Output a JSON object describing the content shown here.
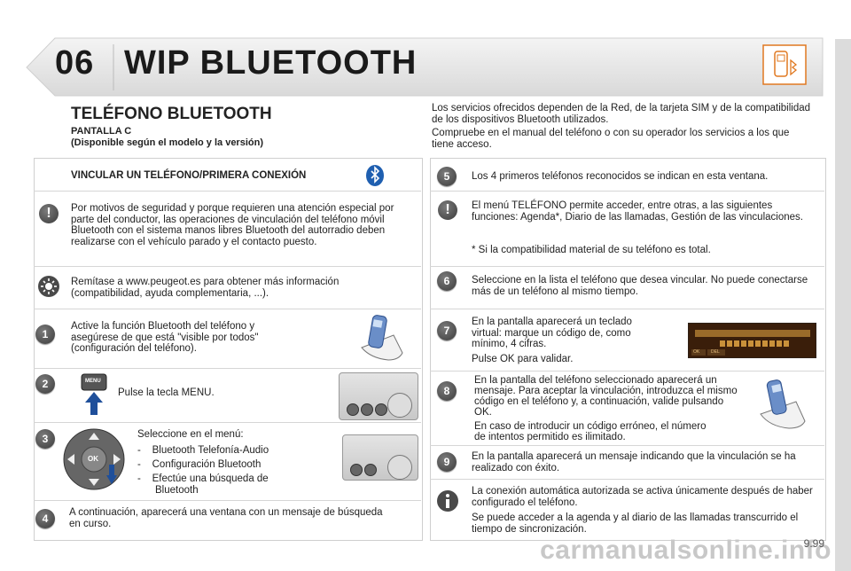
{
  "header": {
    "chapter": "06",
    "title": "WIP BLUETOOTH",
    "icon": "phone-bluetooth-icon"
  },
  "intro": {
    "title": "TELÉFONO BLUETOOTH",
    "screen_label": "PANTALLA C",
    "availability": "(Disponible según el modelo y la versión)",
    "note_1": "Los servicios ofrecidos dependen de la Red, de la tarjeta SIM y de la compatibilidad de los dispositivos Bluetooth utilizados.",
    "note_2": "Compruebe en el manual del teléfono o con su operador los servicios a los que tiene acceso."
  },
  "left": {
    "section_title": "VINCULAR UN TELÉFONO/PRIMERA CONEXIÓN",
    "warning": "Por motivos de seguridad y porque requieren una atención especial por parte del conductor, las operaciones de vinculación del teléfono móvil Bluetooth con el sistema manos libres Bluetooth del autorradio deben realizarse con el vehículo parado y el contacto puesto.",
    "tip": "Remítase a www.peugeot.es para obtener más información (compatibilidad, ayuda complementaria, ...).",
    "step1": {
      "num": "1",
      "text": "Active la función Bluetooth del teléfono y asegúrese de que está \"visible por todos\" (configuración del teléfono)."
    },
    "step2": {
      "num": "2",
      "text": "Pulse la tecla MENU.",
      "key_label": "MENU"
    },
    "step3": {
      "num": "3",
      "intro": "Seleccione en el menú:",
      "items": [
        "Bluetooth Telefonía-Audio",
        "Configuración Bluetooth",
        "Efectúe una búsqueda de Bluetooth"
      ],
      "ok_label": "OK"
    },
    "step4": {
      "num": "4",
      "text": "A continuación, aparecerá una ventana con un mensaje de búsqueda en curso."
    }
  },
  "right": {
    "step5": {
      "num": "5",
      "text": "Los 4 primeros teléfonos reconocidos se indican en esta ventana."
    },
    "warning": {
      "text": "El menú TELÉFONO permite acceder, entre otras, a las siguientes funciones: Agenda*, Diario de las llamadas, Gestión de las vinculaciones.",
      "footnote": "* Si la compatibilidad material de su teléfono es total."
    },
    "step6": {
      "num": "6",
      "text": "Seleccione en la lista el teléfono que desea vincular. No puede conectarse más de un teléfono al mismo tiempo."
    },
    "step7": {
      "num": "7",
      "text": "En la pantalla aparecerá un teclado virtual: marque un código de, como mínimo, 4 cifras.",
      "text2": "Pulse OK para validar.",
      "screen_ok": "OK",
      "screen_del": "DEL"
    },
    "step8": {
      "num": "8",
      "text": "En la pantalla del teléfono seleccionado aparecerá un mensaje. Para aceptar la vinculación, introduzca el mismo código en el teléfono y, a continuación, valide pulsando OK.",
      "text2": "En caso de introducir un código erróneo, el número de intentos permitido es ilimitado."
    },
    "step9": {
      "num": "9",
      "text": "En la pantalla aparecerá un mensaje indicando que la vinculación se ha realizado con éxito."
    },
    "info": {
      "text": "La conexión automática autorizada se activa únicamente después de haber configurado el teléfono.",
      "text2": "Se puede acceder a la agenda y al diario de las llamadas transcurrido el tiempo de sincronización."
    }
  },
  "footer": {
    "page": "9.99",
    "watermark": "carmanualsonline.info"
  },
  "colors": {
    "accent": "#e07820",
    "badge": "#4a4a4a",
    "bluetooth": "#1f5fb0",
    "arrow": "#1f4f9a"
  }
}
